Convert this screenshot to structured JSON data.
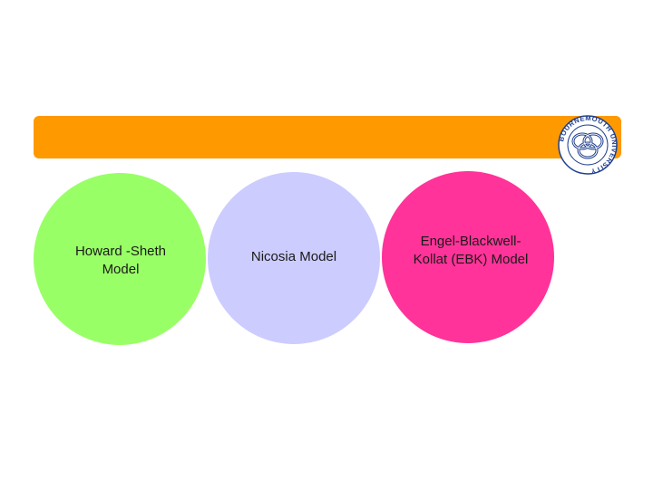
{
  "slide": {
    "banner_color": "#ff9900",
    "logo": {
      "icon": "bournemouth-university-logo",
      "text": "BOURNEMOUTH UNIVERSITY",
      "ring_color": "#1f3f8f"
    },
    "models": [
      {
        "label": "Howard -Sheth\nModel",
        "color": "#99ff66"
      },
      {
        "label": "Nicosia Model",
        "color": "#ccccff"
      },
      {
        "label": "Engel-Blackwell-\nKollat (EBK) Model",
        "color": "#ff3399"
      }
    ]
  }
}
